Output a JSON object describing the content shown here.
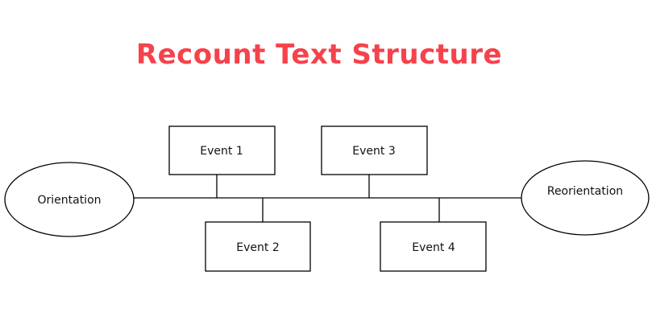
{
  "title": "Recount Text Structure",
  "colors": {
    "title": "#f5424b",
    "stroke": "#000000",
    "text": "#111111"
  },
  "diagram": {
    "start": "Orientation",
    "events": [
      "Event 1",
      "Event 2",
      "Event 3",
      "Event 4"
    ],
    "end": "Reorientation"
  }
}
